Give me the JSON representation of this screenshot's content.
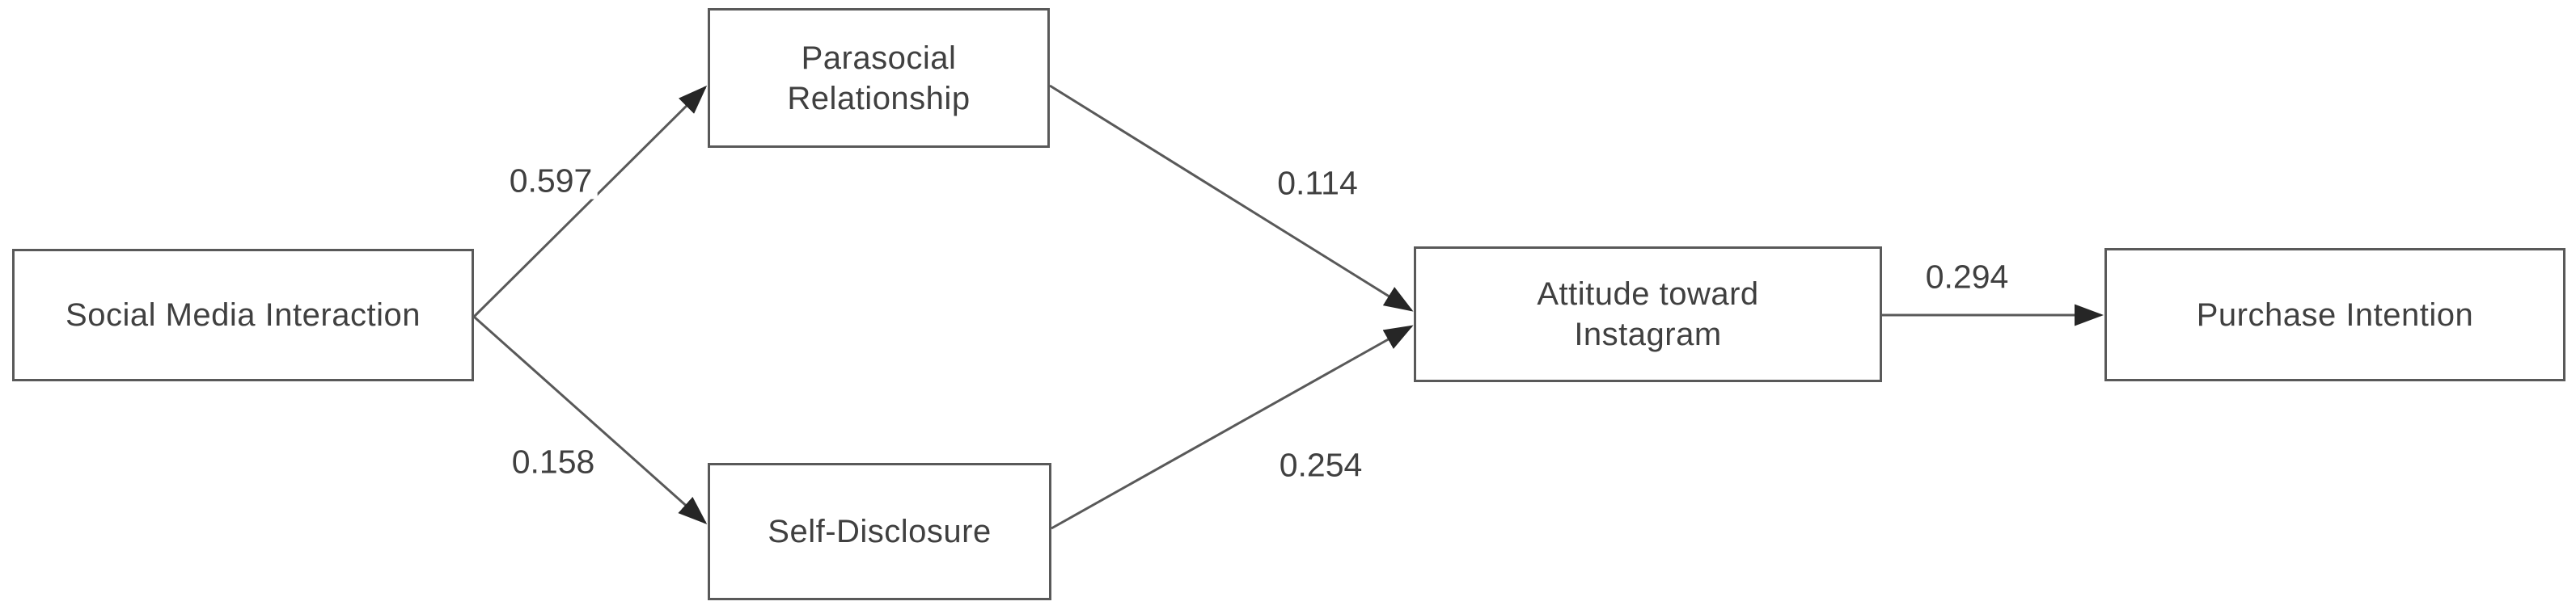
{
  "diagram": {
    "title": "Path model: social media interaction, parasocial relationship, self-disclosure, attitude toward Instagram, purchase intention",
    "colors": {
      "background": "#ffffff",
      "box_border": "#595959",
      "text": "#404040",
      "arrow_line": "#595959",
      "arrow_head": "#262626"
    },
    "nodes": {
      "smi": {
        "label": "Social Media Interaction"
      },
      "parasocial": {
        "label": "Parasocial Relationship"
      },
      "selfdisc": {
        "label": "Self-Disclosure"
      },
      "attitude": {
        "label": "Attitude toward\nInstagram"
      },
      "purchase": {
        "label": "Purchase Intention"
      }
    },
    "edges": {
      "smi_parasocial": {
        "from": "Social Media Interaction",
        "to": "Parasocial Relationship",
        "coefficient": "0.597"
      },
      "smi_selfdisc": {
        "from": "Social Media Interaction",
        "to": "Self-Disclosure",
        "coefficient": "0.158"
      },
      "parasocial_att": {
        "from": "Parasocial Relationship",
        "to": "Attitude toward Instagram",
        "coefficient": "0.114"
      },
      "selfdisc_att": {
        "from": "Self-Disclosure",
        "to": "Attitude toward Instagram",
        "coefficient": "0.254"
      },
      "att_purchase": {
        "from": "Attitude toward Instagram",
        "to": "Purchase Intention",
        "coefficient": "0.294"
      }
    }
  }
}
